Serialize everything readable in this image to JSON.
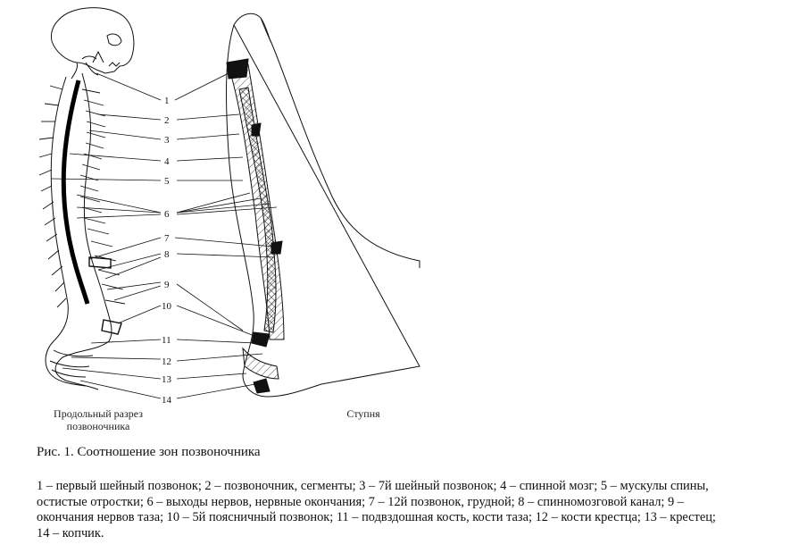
{
  "figure": {
    "labels": [
      "1",
      "2",
      "3",
      "4",
      "5",
      "6",
      "7",
      "8",
      "9",
      "10",
      "11",
      "12",
      "13",
      "14"
    ],
    "left_caption_line1": "Продольный разрез",
    "left_caption_line2": "позвоночника",
    "right_caption": "Ступня"
  },
  "caption": {
    "title": "Рис. 1. Соотношение зон позвоночника",
    "legend_line1": "1 – первый шейный позвонок; 2 – позвоночник, сегменты; 3 – 7й шейный позвонок; 4 – спинной мозг; 5 – мускулы спины,",
    "legend_line2": "остистые отростки; 6 – выходы нервов, нервные окончания; 7 – 12й позвонок, грудной; 8 – спинномозговой канал; 9 –",
    "legend_line3": "окончания нервов таза; 10 – 5й поясничный позвонок; 11 – подвздошная кость, кости таза; 12 – кости крестца; 13 – крестец;",
    "legend_line4": "14 – копчик."
  }
}
